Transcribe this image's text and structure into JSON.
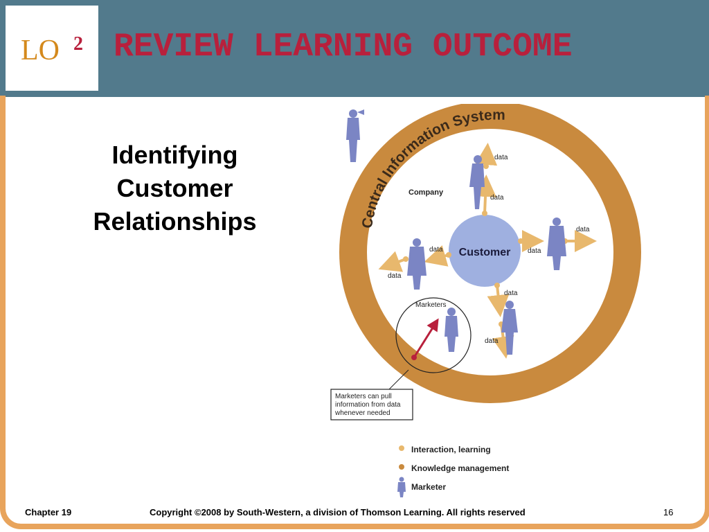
{
  "header": {
    "lo_label": "LO",
    "lo_number": "2",
    "title": "REVIEW LEARNING OUTCOME"
  },
  "content": {
    "subtitle_lines": [
      "Identifying",
      "Customer",
      "Relationships"
    ]
  },
  "diagram": {
    "ring_label": "Central Information System",
    "company_label": "Company",
    "customer_label": "Customer",
    "data_label": "data",
    "marketers_label": "Marketers",
    "callout_lines": [
      "Marketers can pull",
      "information from data",
      "whenever needed"
    ]
  },
  "legend": {
    "items": [
      "Interaction, learning",
      "Knowledge management",
      "Marketer"
    ]
  },
  "footer": {
    "chapter": "Chapter 19",
    "copyright": "Copyright ©2008 by South-Western, a division of Thomson Learning.  All rights reserved",
    "page": "16"
  },
  "colors": {
    "header_bg": "#527a8c",
    "title": "#b8203c",
    "lo": "#d4891c",
    "ring": "#c98a3e",
    "customer": "#9fb0e0",
    "figure": "#7b85c4",
    "arrow": "#e8b86d",
    "frame": "#e8a45c"
  }
}
